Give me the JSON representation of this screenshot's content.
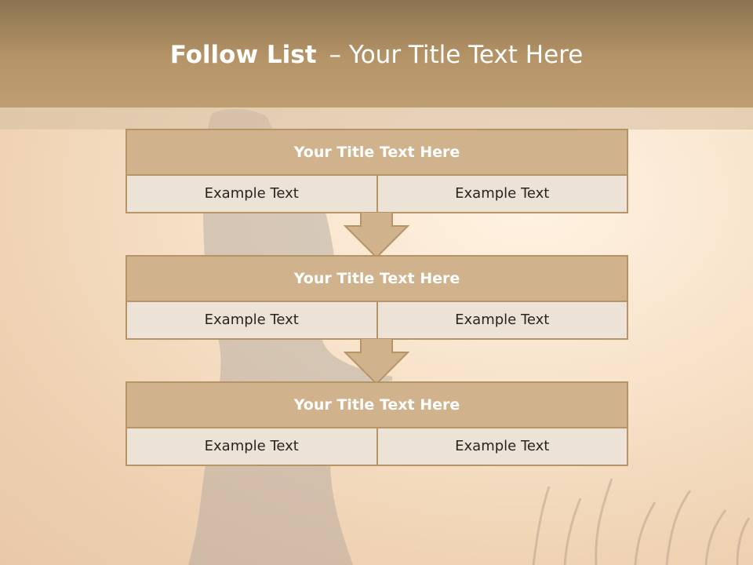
{
  "slide": {
    "title_bold": "Follow List",
    "title_rest": "– Your Title Text Here"
  },
  "blocks": [
    {
      "title": "Your Title Text Here",
      "left": "Example Text",
      "right": "Example Text"
    },
    {
      "title": "Your Title Text Here",
      "left": "Example Text",
      "right": "Example Text"
    },
    {
      "title": "Your Title Text Here",
      "left": "Example Text",
      "right": "Example Text"
    }
  ],
  "colors": {
    "header": "#b59467",
    "block_title_bg": "#d0b38c",
    "block_cell_bg": "#ece2d6",
    "border": "#b59466"
  },
  "icons": [
    "down-arrow-icon",
    "down-arrow-icon"
  ]
}
